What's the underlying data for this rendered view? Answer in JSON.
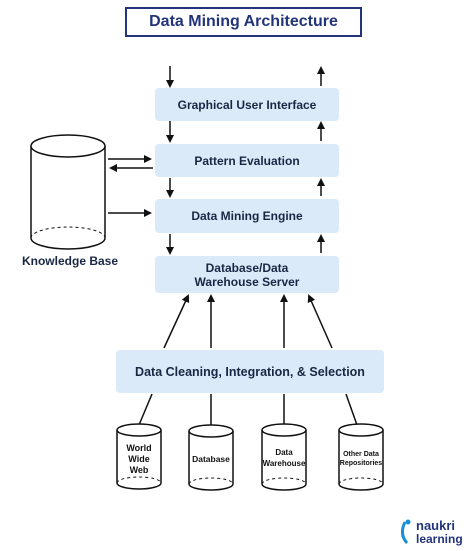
{
  "title": "Data Mining Architecture",
  "layers": {
    "gui": "Graphical User Interface",
    "pattern_evaluation": "Pattern Evaluation",
    "mining_engine": "Data Mining Engine",
    "db_server": "Database/Data Warehouse Server",
    "cleaning": "Data Cleaning, Integration, & Selection"
  },
  "knowledge_base": "Knowledge Base",
  "sources": [
    "World Wide Web",
    "Database",
    "Data Warehouse",
    "Other Data Repositories"
  ],
  "logo": {
    "line1": "naukri",
    "line2": "learning"
  },
  "colors": {
    "layer_fill": "#dbeaf8",
    "title_border": "#23357a",
    "stroke": "#111111"
  }
}
